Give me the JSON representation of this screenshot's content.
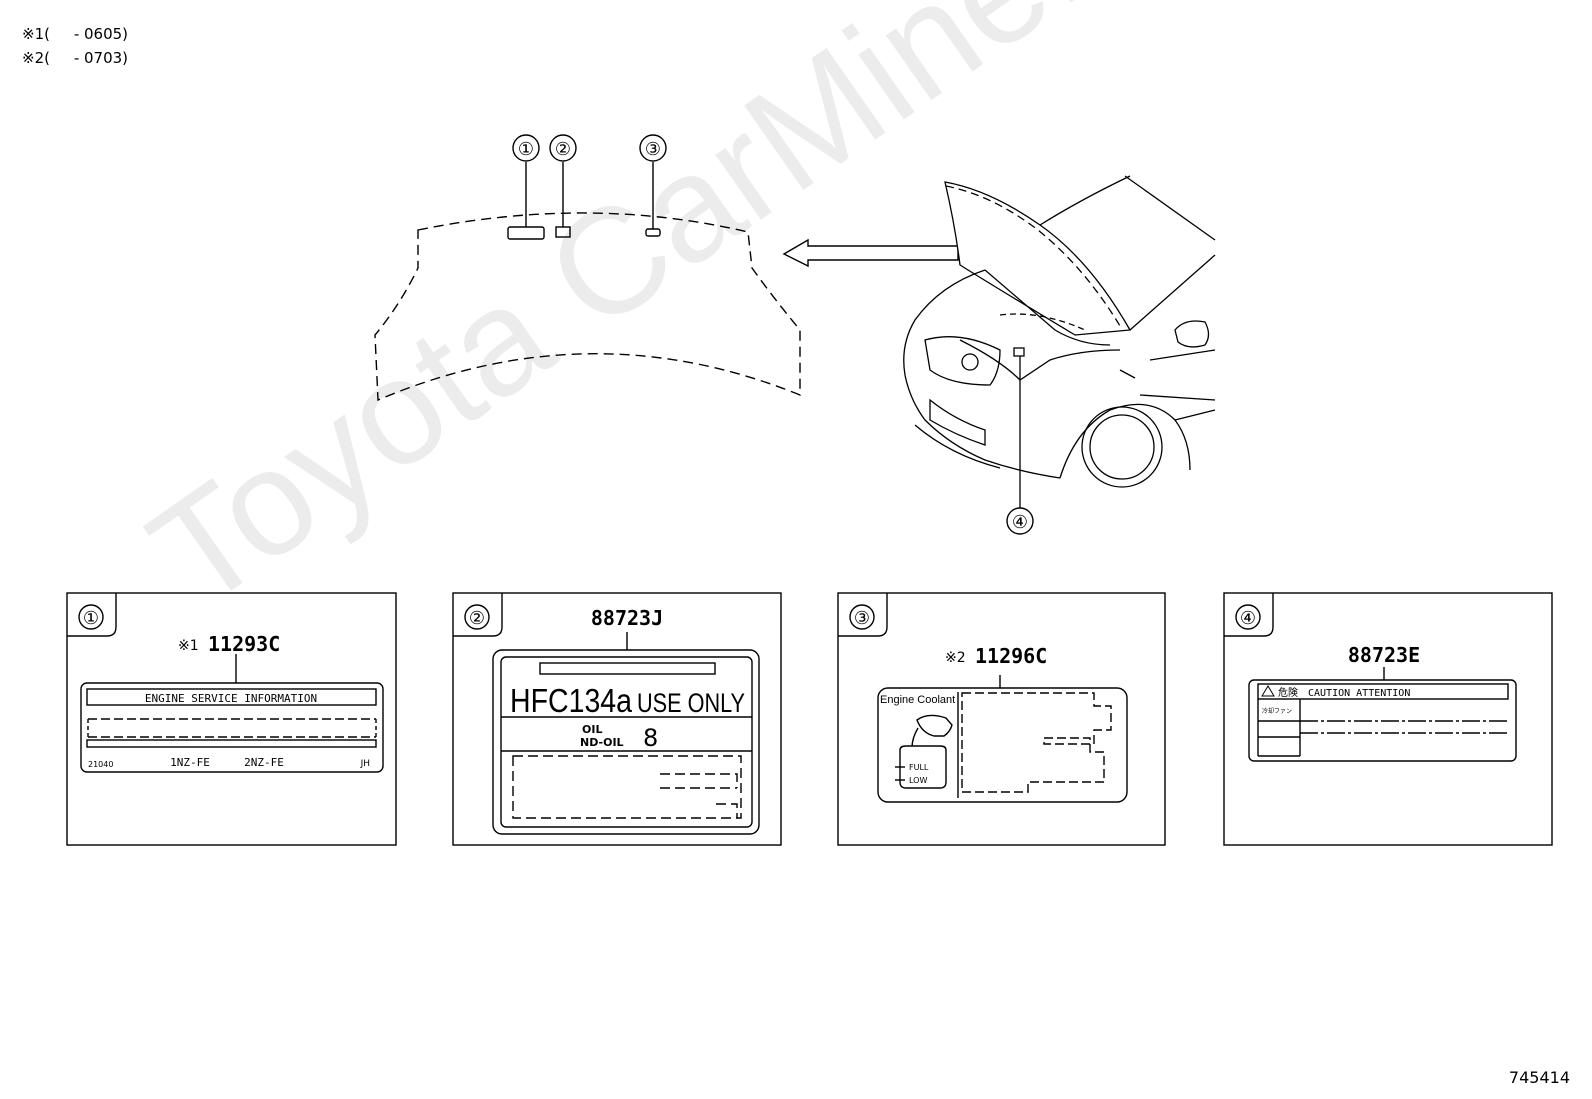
{
  "legend": [
    {
      "mark": "※1",
      "text": "(     - 0605)"
    },
    {
      "mark": "※2",
      "text": "(     - 0703)"
    }
  ],
  "callouts": [
    "①",
    "②",
    "③",
    "④"
  ],
  "panels": [
    {
      "number": "①",
      "footnote_mark": "※1",
      "part_no": "11293C",
      "label_title": "ENGINE SERVICE INFORMATION",
      "code": "21040",
      "engines": [
        "1NZ-FE",
        "2NZ-FE"
      ],
      "suffix": "JH"
    },
    {
      "number": "②",
      "part_no": "88723J",
      "refrigerant": "HFC134a",
      "use_only": "USE ONLY",
      "oil_line1": "OIL",
      "oil_line2": "ND-OIL",
      "oil_grade": "8"
    },
    {
      "number": "③",
      "footnote_mark": "※2",
      "part_no": "11296C",
      "coolant_title": "Engine Coolant",
      "full": "FULL",
      "low": "LOW"
    },
    {
      "number": "④",
      "part_no": "88723E",
      "warning_jp": "危険",
      "warning_en": "CAUTION  ATTENTION",
      "fan_jp": "冷却ファン"
    }
  ],
  "watermark": "Toyota CarMine.ru",
  "figure_id": "745414"
}
